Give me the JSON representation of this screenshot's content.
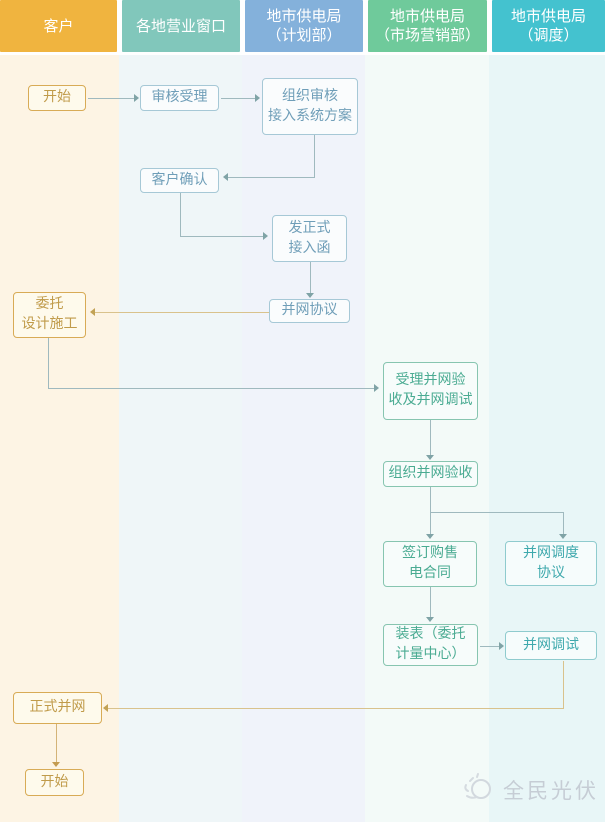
{
  "lanes": [
    {
      "label": "客户"
    },
    {
      "label": "各地营业窗口"
    },
    {
      "label": "地市供电局\n（计划部）"
    },
    {
      "label": "地市供电局\n（市场营销部）"
    },
    {
      "label": "地市供电局\n（调度）"
    }
  ],
  "nodes": [
    {
      "id": "start",
      "lane": "客户",
      "text": "开始"
    },
    {
      "id": "review-acceptance",
      "lane": "各地营业窗口",
      "text": "审核受理"
    },
    {
      "id": "org-review-access-plan",
      "lane": "地市供电局（计划部）",
      "text": "组织审核\n接入系统方案"
    },
    {
      "id": "customer-confirm",
      "lane": "各地营业窗口",
      "text": "客户确认"
    },
    {
      "id": "formal-access-letter",
      "lane": "地市供电局（计划部）",
      "text": "发正式\n接入函"
    },
    {
      "id": "grid-connection-agreement",
      "lane": "地市供电局（计划部）",
      "text": "并网协议"
    },
    {
      "id": "entrust-design-construction",
      "lane": "客户",
      "text": "委托\n设计施工"
    },
    {
      "id": "accept-grid-acceptance-commissioning",
      "lane": "地市供电局（市场营销部）",
      "text": "受理并网验\n收及并网调试"
    },
    {
      "id": "organize-grid-acceptance",
      "lane": "地市供电局（市场营销部）",
      "text": "组织并网验收"
    },
    {
      "id": "sign-power-purchase-contract",
      "lane": "地市供电局（市场营销部）",
      "text": "签订购售\n电合同"
    },
    {
      "id": "grid-dispatch-agreement",
      "lane": "地市供电局（调度）",
      "text": "并网调度\n协议"
    },
    {
      "id": "install-meter",
      "lane": "地市供电局（市场营销部）",
      "text": "装表（委托\n计量中心）"
    },
    {
      "id": "grid-commissioning",
      "lane": "地市供电局（调度）",
      "text": "并网调试"
    },
    {
      "id": "official-grid-connection",
      "lane": "客户",
      "text": "正式并网"
    },
    {
      "id": "end",
      "lane": "客户",
      "text": "开始"
    }
  ],
  "watermark": {
    "text": "全民光伏",
    "icon": "sun-logo-icon"
  },
  "colors": {
    "header_customer": "#F0B43F",
    "header_window": "#81C7BB",
    "header_planning": "#84B1DB",
    "header_marketing": "#6FCA9B",
    "header_dispatch": "#44C2CF",
    "orange_node_border": "#D8AB56",
    "blue_node_border": "#A6C8D6",
    "green_node_border": "#87C5B0",
    "teal_node_border": "#8FCBCE",
    "connector_gray": "#9FB9BE",
    "connector_tan": "#D9C28C"
  }
}
